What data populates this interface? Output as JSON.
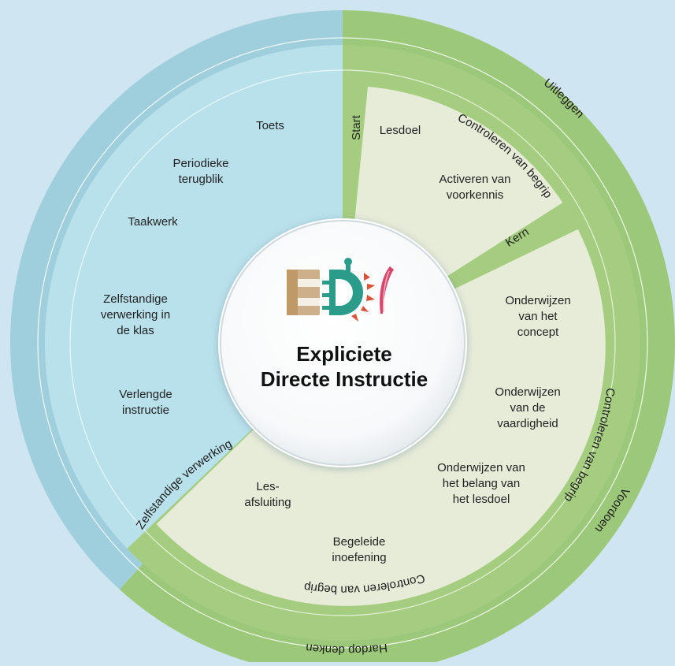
{
  "colors": {
    "background": "#cfe6f2",
    "blue_ring": "#9fcfdc",
    "blue_fill": "#b9e1ec",
    "green_ring": "#9cc87a",
    "green_band": "#a5cd7f",
    "cream_fill": "#e7ecd8",
    "center": "#ffffff",
    "logo_brown": "#c7a06b",
    "logo_teal": "#2b9c8a",
    "logo_red": "#d9533b",
    "logo_pink": "#d8476a"
  },
  "logo_letters": "EDI",
  "title_line1": "Expliciete",
  "title_line2": "Directe Instructie",
  "blue_labels": {
    "toets": "Toets",
    "periodieke": [
      "Periodieke",
      "terugblik"
    ],
    "taakwerk": "Taakwerk",
    "zelfstandige": [
      "Zelfstandige",
      "verwerking in",
      "de klas"
    ],
    "verlengde": [
      "Verlengde",
      "instructie"
    ]
  },
  "phase_labels": {
    "start": "Start",
    "kern": "Kern",
    "zelfstandige_verwerking": "Zelfstandige verwerking"
  },
  "cream_labels": {
    "lesdoel": "Lesdoel",
    "activeren": [
      "Activeren van",
      "voorkennis"
    ],
    "concept": [
      "Onderwijzen",
      "van het",
      "concept"
    ],
    "vaardigheid": [
      "Onderwijzen",
      "van de",
      "vaardigheid"
    ],
    "belang": [
      "Onderwijzen van",
      "het belang van",
      "het lesdoel"
    ],
    "begeleide": [
      "Begeleide",
      "inoefening"
    ],
    "lesafsluiting": [
      "Les-",
      "afsluiting"
    ]
  },
  "ring_labels": {
    "controleren_1": "Controleren van begrip",
    "controleren_2": "Controleren van begrip",
    "controleren_3": "Controleren van begrip",
    "uitleggen": "Uitleggen",
    "voordoen": "Voordoen",
    "hardop": "Hardop denken"
  }
}
